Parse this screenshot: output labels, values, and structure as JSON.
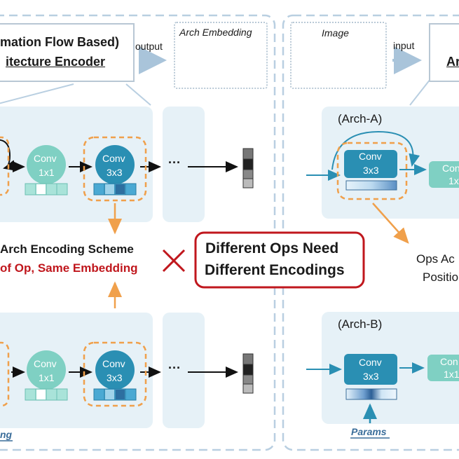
{
  "encoder_title": {
    "line1": "(Information Flow Based)",
    "line2": "Architecture Encoder",
    "line1_visible": "mation Flow Based)",
    "line2_visible": "itecture Encoder"
  },
  "output_label": "output",
  "arch_embedding_label": "Arch Embedding",
  "image_label": "Image",
  "input_label": "input",
  "predictor_visible": "Ar",
  "top_graph": {
    "conv1": [
      "Conv",
      "1x1"
    ],
    "conv3": [
      "Conv",
      "3x3"
    ],
    "ellipsis": "···"
  },
  "bottom_graph": {
    "conv1": [
      "Conv",
      "1x1"
    ],
    "conv3": [
      "Conv",
      "3x3"
    ],
    "ellipsis": "···"
  },
  "scheme_text": {
    "line1": "Arch Encoding Scheme",
    "line2": "of Op, Same Embedding"
  },
  "cross_mark": "✕",
  "callout": {
    "line1": "Different Ops Need",
    "line2": "Different Encodings"
  },
  "left_footer": "ng",
  "arch_a": {
    "label": "(Arch-A)",
    "conv3": [
      "Conv",
      "3x3"
    ],
    "conv_right": [
      "Con",
      "1x"
    ]
  },
  "arch_b": {
    "label": "(Arch-B)",
    "conv3": [
      "Conv",
      "3x3"
    ],
    "conv_right": [
      "Con",
      "1x1"
    ]
  },
  "ops_text": {
    "line1": "Ops Ac",
    "line2": "Positio"
  },
  "params_label": "Params",
  "colors": {
    "teal_light": "#7fd0c3",
    "teal_dark": "#2a8fb3",
    "panel": "#e6f1f7",
    "orange": "#f0a04b",
    "red": "#c0171d",
    "arrow": "#a9c4da"
  }
}
